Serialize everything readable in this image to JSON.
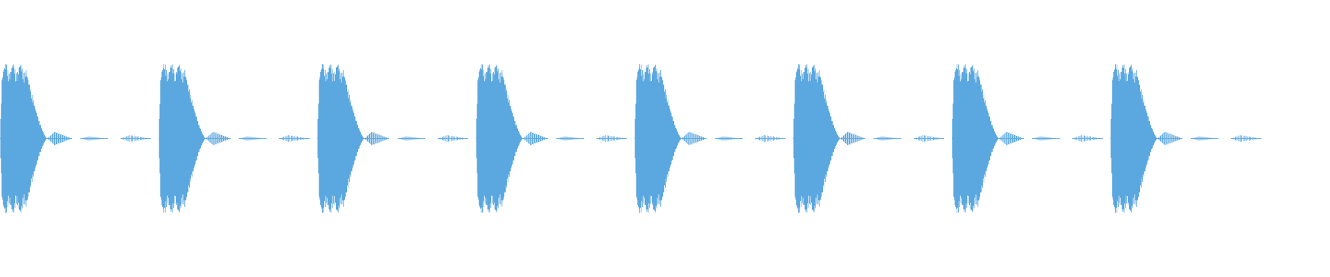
{
  "waveform": {
    "color": "#5ba7e0",
    "background": "#ffffff",
    "repeat_count": 8,
    "pattern": {
      "burst": {
        "amplitude": 1.0,
        "cycles": 36
      },
      "echoes": [
        {
          "amplitude": 0.1,
          "cycles": 12
        },
        {
          "amplitude": 0.03,
          "cycles": 10
        },
        {
          "amplitude": 0.05,
          "cycles": 10
        }
      ]
    }
  }
}
